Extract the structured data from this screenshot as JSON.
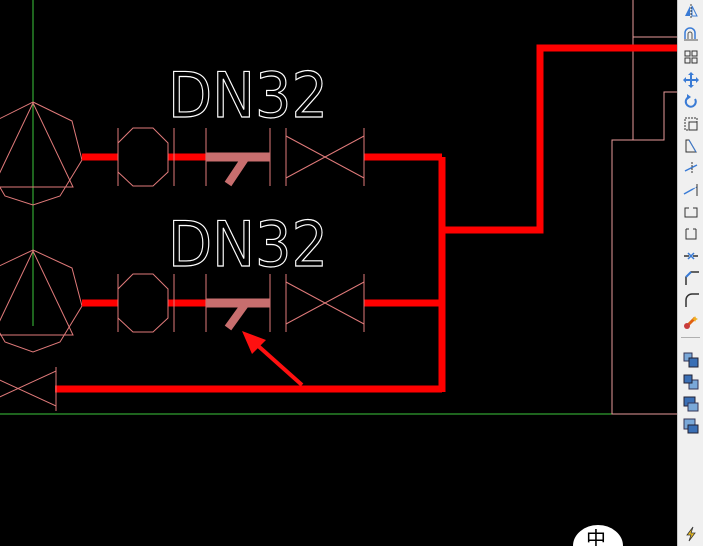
{
  "drawing": {
    "labels": [
      {
        "text": "DN32"
      },
      {
        "text": "DN32"
      }
    ],
    "colors": {
      "background": "#000000",
      "pipe": "#ff0000",
      "symbol_outline": "#e07a7a",
      "selected_fitting": "#c86e6e",
      "axis_line": "#3cc83c",
      "frame_line": "#e89a9a",
      "text": "#ffffff"
    }
  },
  "modify_toolbar": {
    "tools": [
      {
        "name": "mirror",
        "icon": "mirror-icon"
      },
      {
        "name": "offset",
        "icon": "offset-icon"
      },
      {
        "name": "array",
        "icon": "array-icon"
      },
      {
        "name": "move",
        "icon": "move-icon"
      },
      {
        "name": "rotate",
        "icon": "rotate-icon"
      },
      {
        "name": "scale",
        "icon": "scale-icon"
      },
      {
        "name": "stretch",
        "icon": "stretch-icon"
      },
      {
        "name": "trim",
        "icon": "trim-icon"
      },
      {
        "name": "extend",
        "icon": "extend-icon"
      },
      {
        "name": "break-at-point",
        "icon": "break-at-point-icon"
      },
      {
        "name": "break",
        "icon": "break-icon"
      },
      {
        "name": "join",
        "icon": "join-icon"
      },
      {
        "name": "chamfer",
        "icon": "chamfer-icon"
      },
      {
        "name": "fillet",
        "icon": "fillet-icon"
      },
      {
        "name": "explode",
        "icon": "explode-icon"
      },
      {
        "name": "bring-to-front",
        "icon": "bring-to-front-icon"
      },
      {
        "name": "send-to-back",
        "icon": "send-to-back-icon"
      },
      {
        "name": "bring-above",
        "icon": "bring-above-icon"
      },
      {
        "name": "send-under",
        "icon": "send-under-icon"
      }
    ]
  },
  "status": {
    "ime_char": "中"
  }
}
